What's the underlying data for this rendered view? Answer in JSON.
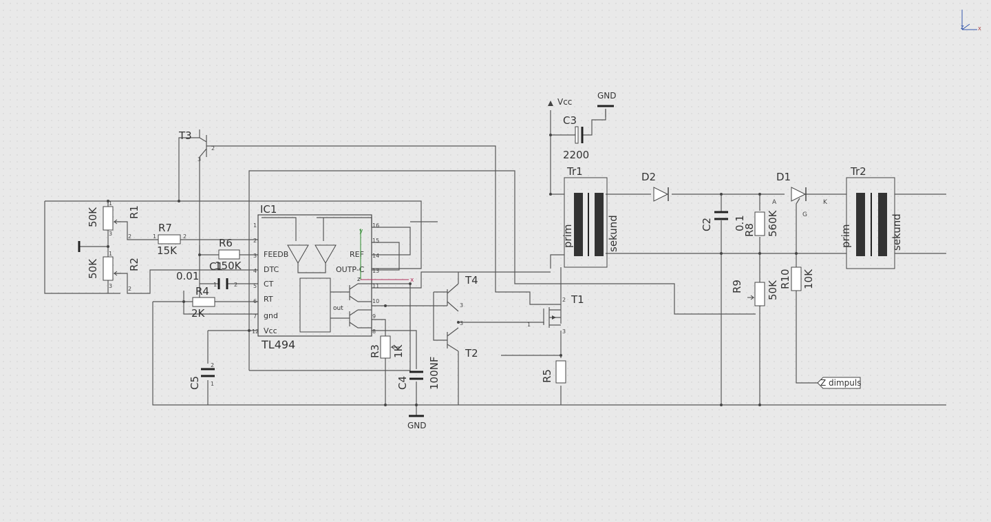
{
  "axes_icon": {
    "z": "Z",
    "x": "X"
  },
  "ic": {
    "ref": "IC1",
    "name": "TL494",
    "pins_left": [
      "FEEDB",
      "DTC",
      "CT",
      "RT",
      "gnd",
      "Vcc"
    ],
    "pins_right": [
      "REF",
      "OUTP-C"
    ],
    "out_label": "out"
  },
  "components": {
    "R1": {
      "ref": "R1",
      "value": "50K"
    },
    "R2": {
      "ref": "R2",
      "value": "50K"
    },
    "R3": {
      "ref": "R3",
      "value": "1K"
    },
    "R4": {
      "ref": "R4",
      "value": "2K"
    },
    "R5": {
      "ref": "R5"
    },
    "R6": {
      "ref": "R6",
      "value": "150K"
    },
    "R7": {
      "ref": "R7",
      "value": "15K"
    },
    "R8": {
      "ref": "R8",
      "value": "560K"
    },
    "R9": {
      "ref": "R9",
      "value": "50K"
    },
    "R10": {
      "ref": "R10",
      "value": "10K"
    },
    "C1": {
      "ref": "C1",
      "value": "0.01"
    },
    "C2": {
      "ref": "C2",
      "value": "0.1"
    },
    "C3": {
      "ref": "C3",
      "value": "2200"
    },
    "C4": {
      "ref": "C4",
      "value": "100NF"
    },
    "C5": {
      "ref": "C5"
    },
    "D1": {
      "ref": "D1",
      "a": "A",
      "k": "K",
      "g": "G"
    },
    "D2": {
      "ref": "D2"
    },
    "T1": {
      "ref": "T1"
    },
    "T2": {
      "ref": "T2"
    },
    "T3": {
      "ref": "T3"
    },
    "T4": {
      "ref": "T4"
    },
    "Tr1": {
      "ref": "Tr1",
      "prim": "prim",
      "sek": "sekund"
    },
    "Tr2": {
      "ref": "Tr2",
      "prim": "prim",
      "sek": "sekund"
    }
  },
  "nets": {
    "vcc": "Vcc",
    "gnd_top": "GND",
    "gnd_bottom": "GND",
    "impulse": "Z dimpuls"
  },
  "cursor": {
    "y": "y",
    "z": "z",
    "x": "x"
  },
  "colors": {
    "background": "#e9e9e9",
    "grid_dot": "#bdbdbd",
    "wire": "#555555",
    "cursor_y": "#2a8a2a",
    "cursor_x": "#b0305a"
  }
}
